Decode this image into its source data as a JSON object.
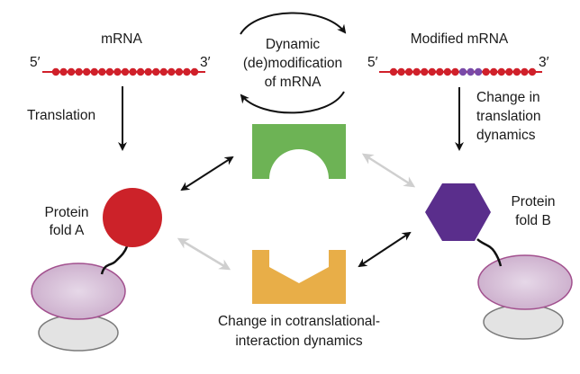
{
  "colors": {
    "mrna": "#d0202a",
    "modified_bead": "#7a4aa8",
    "protein_a": "#cc2229",
    "protein_b": "#5a2e8c",
    "green_partner": "#6db355",
    "orange_partner": "#e8ae48",
    "ribosome_large": "#d9c3da",
    "ribosome_large_stroke": "#a2508e",
    "ribosome_small": "#e3e3e3",
    "ribosome_small_stroke": "#7a7a7a",
    "arrow_dark": "#111111",
    "arrow_light": "#cfcfcf"
  },
  "left": {
    "title": "mRNA",
    "five_prime": "5′",
    "three_prime": "3′",
    "bead_count": 19,
    "step_label": "Translation",
    "protein_label_line1": "Protein",
    "protein_label_line2": "fold A"
  },
  "center": {
    "cycle_line1": "Dynamic",
    "cycle_line2": "(de)modification",
    "cycle_line3": "of mRNA",
    "caption_line1": "Change in cotranslational-",
    "caption_line2": "interaction dynamics"
  },
  "right": {
    "title": "Modified mRNA",
    "five_prime": "5′",
    "three_prime": "3′",
    "bead_count": 19,
    "modified_bead_indices": [
      9,
      10,
      11
    ],
    "step_line1": "Change in",
    "step_line2": "translation",
    "step_line3": "dynamics",
    "protein_label_line1": "Protein",
    "protein_label_line2": "fold B"
  }
}
